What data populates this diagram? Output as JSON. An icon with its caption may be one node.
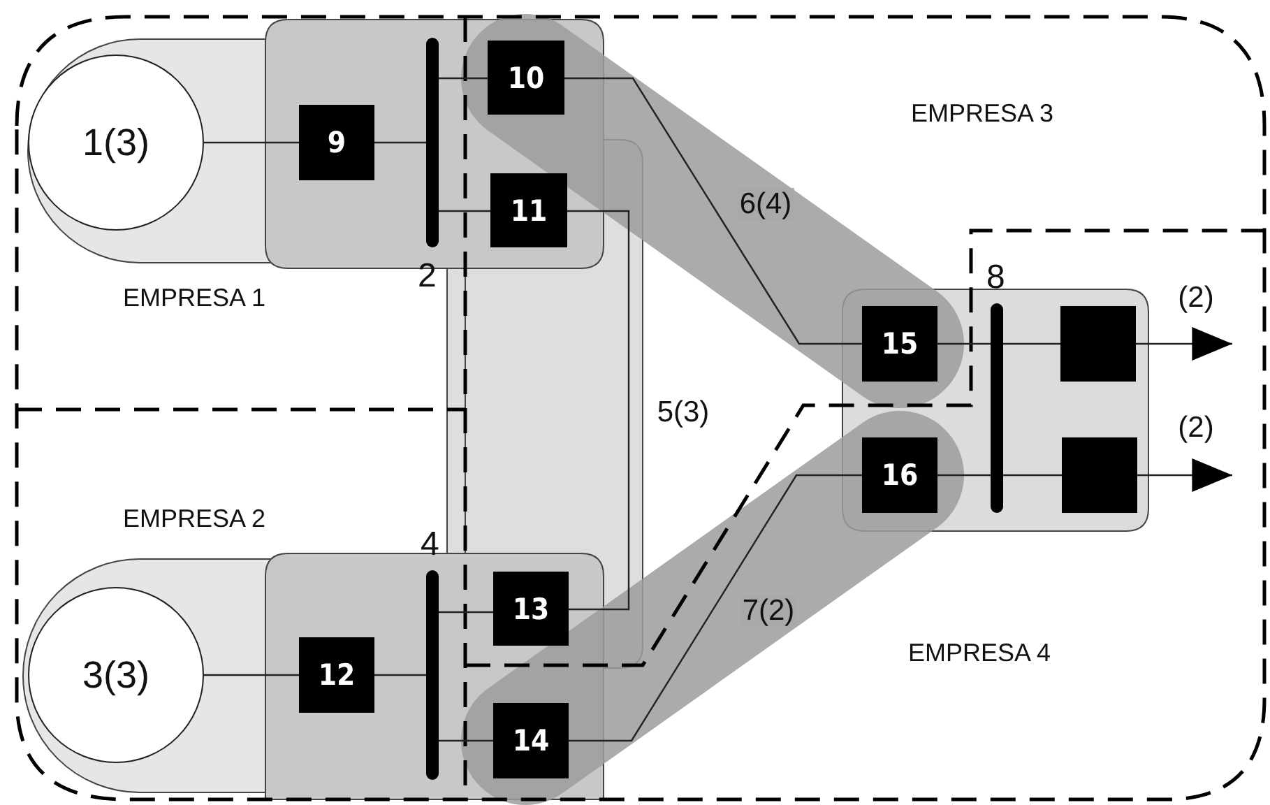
{
  "diagram": {
    "nodes": [
      {
        "text": [
          "1(3)"
        ]
      },
      {
        "text": [
          "9"
        ]
      },
      {
        "text": [],
        "shape": "bar",
        "beside": [
          "2"
        ]
      },
      {
        "text": [
          "10"
        ]
      },
      {
        "text": [
          "11"
        ]
      },
      {
        "text": [
          "3(3)"
        ]
      },
      {
        "text": [
          "12"
        ]
      },
      {
        "text": [],
        "shape": "bar",
        "beside": [
          "4"
        ]
      },
      {
        "text": [
          "13"
        ]
      },
      {
        "text": [
          "14"
        ]
      },
      {
        "text": [
          "15"
        ]
      },
      {
        "text": [
          "16"
        ]
      },
      {
        "text": [],
        "shape": "bar",
        "beside": [
          "8"
        ]
      },
      {
        "text": [],
        "shape": "box"
      },
      {
        "text": [],
        "shape": "box"
      }
    ],
    "edges": [
      {
        "from": 0,
        "to": 1,
        "arrow": "none"
      },
      {
        "from": 1,
        "to": 2,
        "arrow": "none"
      },
      {
        "from": 2,
        "to": 3,
        "arrow": "none"
      },
      {
        "from": 2,
        "to": 4,
        "arrow": "none"
      },
      {
        "from": 3,
        "to": 10,
        "arrow": "none",
        "label": "6(4)"
      },
      {
        "from": 4,
        "to": 8,
        "arrow": "none",
        "label": "5(3)"
      },
      {
        "from": 5,
        "to": 6,
        "arrow": "none"
      },
      {
        "from": 6,
        "to": 7,
        "arrow": "none"
      },
      {
        "from": 7,
        "to": 8,
        "arrow": "none"
      },
      {
        "from": 7,
        "to": 9,
        "arrow": "none"
      },
      {
        "from": 9,
        "to": 11,
        "arrow": "none",
        "label": "7(2)"
      },
      {
        "from": 10,
        "to": 12,
        "arrow": "none"
      },
      {
        "from": 11,
        "to": 12,
        "arrow": "none"
      },
      {
        "from": 12,
        "to": 13,
        "arrow": "none"
      },
      {
        "from": 12,
        "to": 14,
        "arrow": "none"
      },
      {
        "from": 13,
        "to": null,
        "arrow": "to",
        "label": "(2)"
      },
      {
        "from": 14,
        "to": null,
        "arrow": "to",
        "label": "(2)"
      }
    ],
    "labels": [
      "EMPRESA 3",
      "EMPRESA 1",
      "EMPRESA 2",
      "EMPRESA 4"
    ]
  }
}
